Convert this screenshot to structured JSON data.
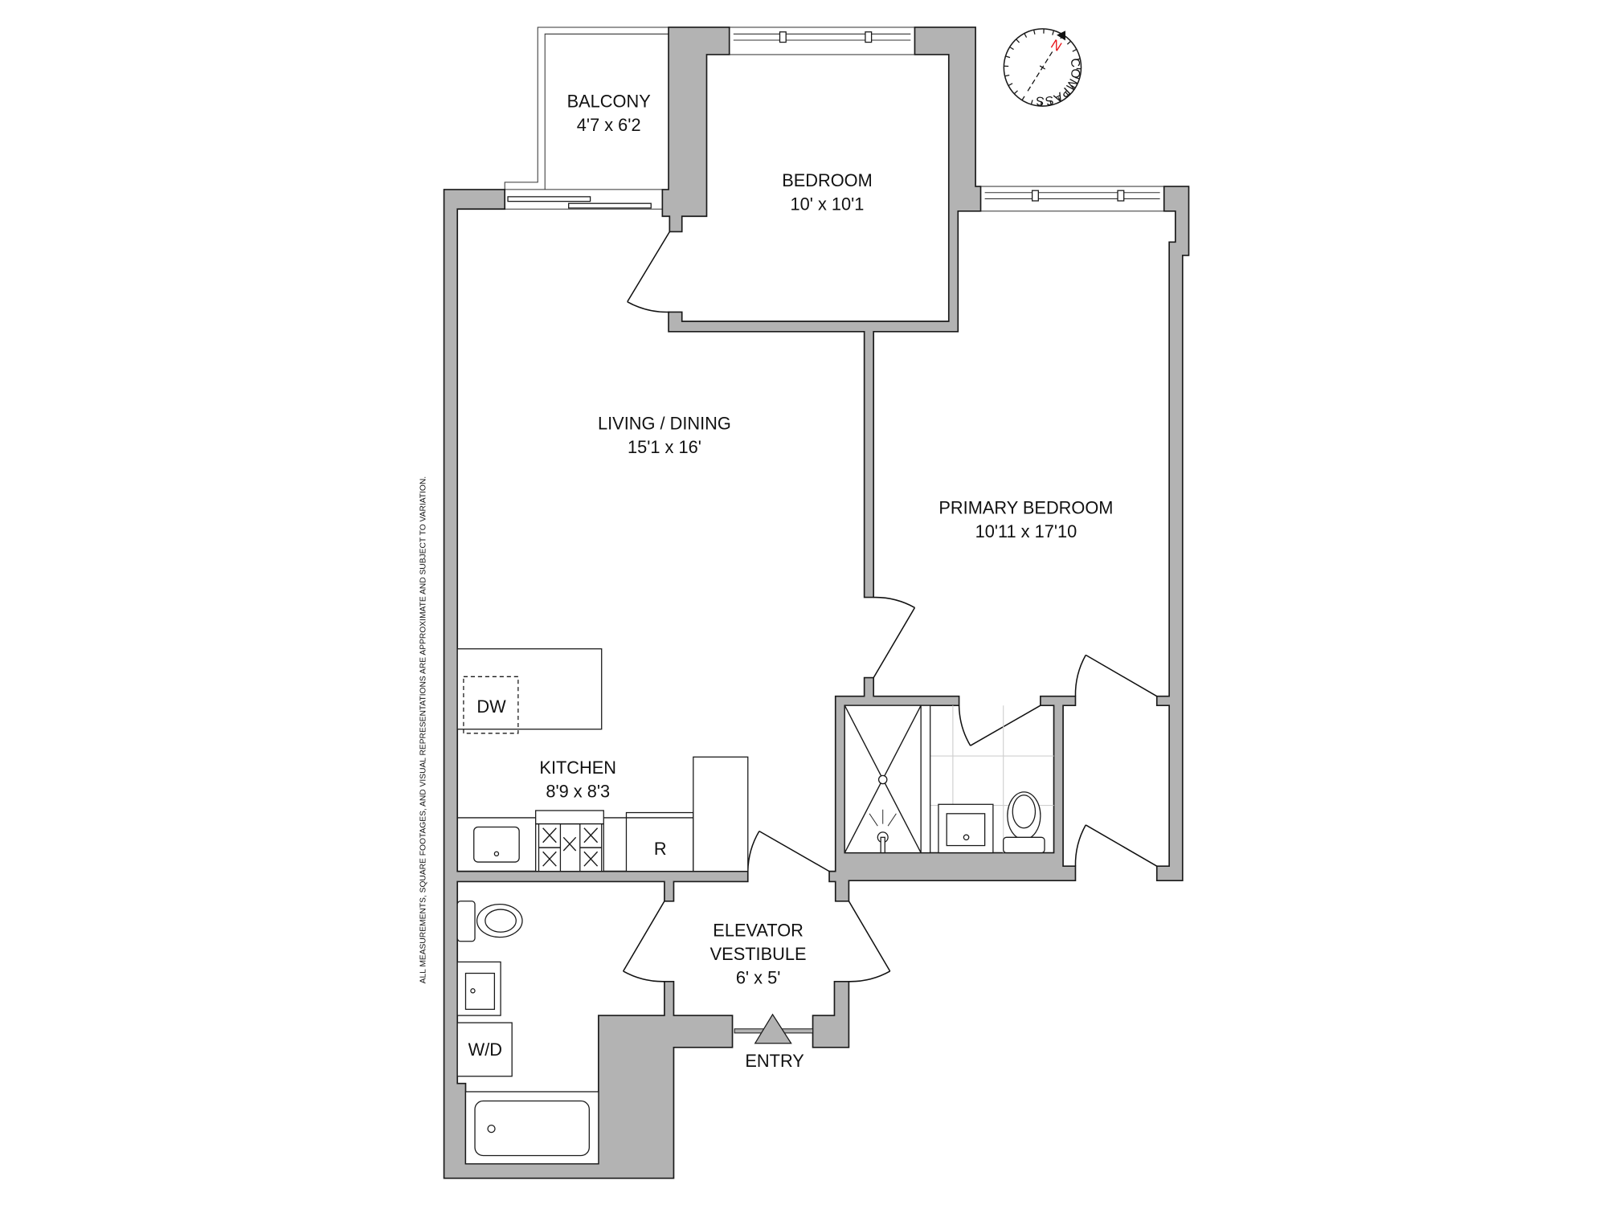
{
  "rooms": {
    "balcony": {
      "name": "BALCONY",
      "size": "4'7 x 6'2"
    },
    "bedroom": {
      "name": "BEDROOM",
      "size": "10' x 10'1"
    },
    "living": {
      "name": "LIVING / DINING",
      "size": "15'1 x 16'"
    },
    "primary": {
      "name": "PRIMARY BEDROOM",
      "size": "10'11 x 17'10"
    },
    "kitchen": {
      "name": "KITCHEN",
      "size": "8'9 x 8'3"
    },
    "vestibule": {
      "line1": "ELEVATOR",
      "line2": "VESTIBULE",
      "size": "6' x 5'"
    }
  },
  "fixtures": {
    "dishwasher": "DW",
    "refrigerator": "R",
    "washer_dryer": "W/D"
  },
  "entry_label": "ENTRY",
  "disclaimer": "ALL MEASUREMENTS, SQUARE FOOTAGES, AND VISUAL REPRESENTATIONS ARE APPROXIMATE AND SUBJECT TO VARIATION.",
  "compass": {
    "north": "N",
    "label": "COMPASS",
    "north_color": "#e8141b"
  },
  "colors": {
    "wall": "#b3b3b3",
    "outline": "#1a1a1a",
    "tile": "#cfcfcf"
  }
}
